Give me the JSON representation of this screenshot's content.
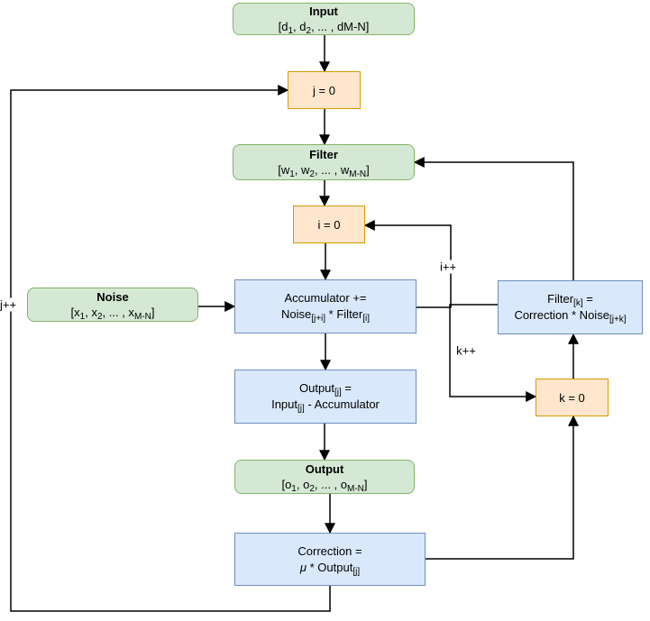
{
  "diagram": {
    "type": "flowchart",
    "colors": {
      "green_fill": "#d5e8d4",
      "green_stroke": "#82b366",
      "orange_fill": "#ffe6cc",
      "orange_stroke": "#d79b00",
      "blue_fill": "#dae8fc",
      "blue_stroke": "#6c8ebf",
      "wire": "#000000",
      "background": "#ffffff"
    },
    "nodes": {
      "input": {
        "title": "Input",
        "line": [
          {
            "t": "[d"
          },
          {
            "t": "1",
            "sub": true
          },
          {
            "t": ", d"
          },
          {
            "t": "2",
            "sub": true
          },
          {
            "t": ", ... , dM-N]"
          }
        ]
      },
      "j0": {
        "label": "j = 0"
      },
      "filter": {
        "title": "Filter",
        "line": [
          {
            "t": "[w"
          },
          {
            "t": "1",
            "sub": true
          },
          {
            "t": ", w"
          },
          {
            "t": "2",
            "sub": true
          },
          {
            "t": ", ... , w"
          },
          {
            "t": "M-N",
            "sub": true
          },
          {
            "t": "]"
          }
        ]
      },
      "i0": {
        "label": "i = 0"
      },
      "noise": {
        "title": "Noise",
        "line": [
          {
            "t": "[x"
          },
          {
            "t": "1",
            "sub": true
          },
          {
            "t": ", x"
          },
          {
            "t": "2",
            "sub": true
          },
          {
            "t": ", ... , x"
          },
          {
            "t": "M-N",
            "sub": true
          },
          {
            "t": "]"
          }
        ]
      },
      "accumulator": {
        "line1": "Accumulator +=",
        "line2": [
          {
            "t": "Noise"
          },
          {
            "t": "[j+i]",
            "sub": true
          },
          {
            "t": " * Filter"
          },
          {
            "t": "[i]",
            "sub": true
          }
        ]
      },
      "output_j": {
        "line1": [
          {
            "t": "Output"
          },
          {
            "t": "[j]",
            "sub": true
          },
          {
            "t": " ="
          }
        ],
        "line2": [
          {
            "t": "Input"
          },
          {
            "t": "[j]",
            "sub": true
          },
          {
            "t": " - Accumulator"
          }
        ]
      },
      "output": {
        "title": "Output",
        "line": [
          {
            "t": "[o"
          },
          {
            "t": "1",
            "sub": true
          },
          {
            "t": ", o"
          },
          {
            "t": "2",
            "sub": true
          },
          {
            "t": ", ... , o"
          },
          {
            "t": "M-N",
            "sub": true
          },
          {
            "t": "]"
          }
        ]
      },
      "correction": {
        "line1": "Correction =",
        "line2": [
          {
            "t": "μ",
            "italic": true
          },
          {
            "t": " * Output"
          },
          {
            "t": "[j]",
            "sub": true
          }
        ]
      },
      "filter_k": {
        "line1": [
          {
            "t": "Filter"
          },
          {
            "t": "[k]",
            "sub": true
          },
          {
            "t": " ="
          }
        ],
        "line2": [
          {
            "t": "Correction * Noise"
          },
          {
            "t": "[j+k]",
            "sub": true
          }
        ]
      },
      "k0": {
        "label": "k = 0"
      }
    },
    "edge_labels": {
      "j_inc": "j++",
      "i_inc": "i++",
      "k_inc": "k++"
    }
  }
}
